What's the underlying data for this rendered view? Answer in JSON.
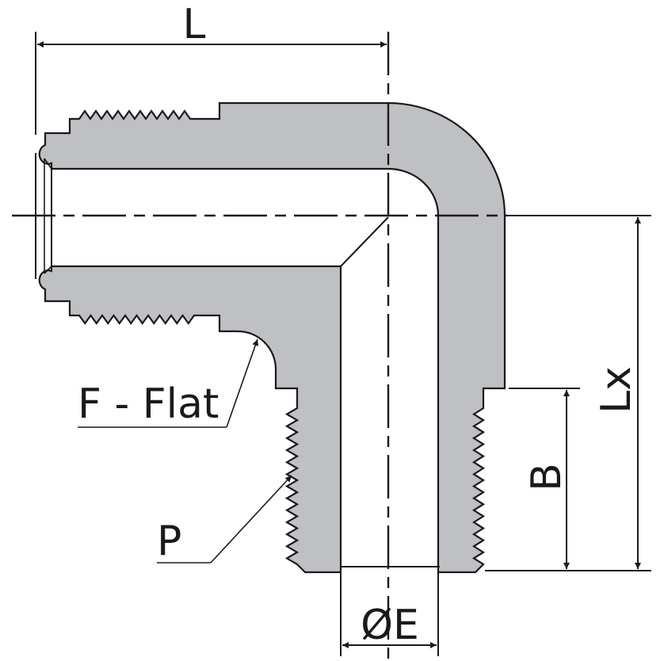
{
  "title": "90° Elbow fitting – male thread to male pipe thread, dimension drawing",
  "colors": {
    "body": "#bfc0c3",
    "line": "#1a1a1a"
  },
  "labels": {
    "L": "L",
    "Lx": "Lx",
    "B": "B",
    "E": "ØE",
    "F": "F - Flat",
    "P": "P"
  }
}
